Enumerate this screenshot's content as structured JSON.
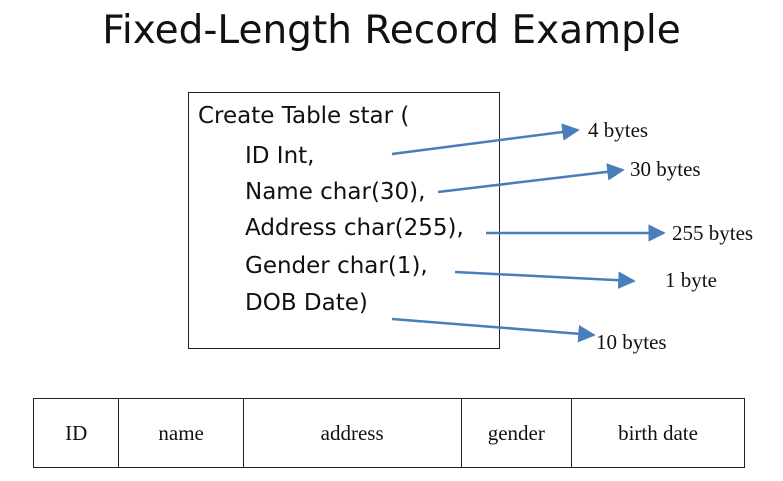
{
  "title": "Fixed-Length Record Example",
  "code": {
    "lines": [
      "Create Table star (",
      "ID Int,",
      "Name char(30),",
      "Address char(255),",
      "Gender char(1),",
      "DOB Date)"
    ]
  },
  "sizes": [
    "4 bytes",
    "30 bytes",
    "255 bytes",
    "1 byte",
    "10 bytes"
  ],
  "record": {
    "columns": [
      "ID",
      "name",
      "address",
      "gender",
      "birth date"
    ]
  },
  "colors": {
    "arrow": "#4a7ebb",
    "border": "#222222",
    "text": "#111111"
  }
}
